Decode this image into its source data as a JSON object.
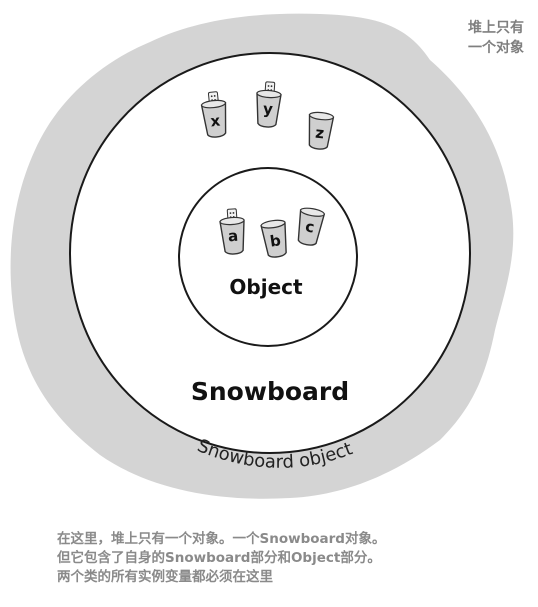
{
  "heap_note": [
    "堆上只有",
    "一个对象"
  ],
  "outer_label": "Snowboard",
  "inner_label": "Object",
  "object_label": "Snowboard object",
  "outer_vars": [
    "x",
    "y",
    "z"
  ],
  "inner_vars": [
    "a",
    "b",
    "c"
  ],
  "caption": [
    "在这里，堆上只有一个对象。一个Snowboard对象。",
    "但它包含了自身的Snowboard部分和Object部分。",
    "两个类的所有实例变量都必须在这里"
  ],
  "colors": {
    "heap": "#d4d4d4",
    "note": "#7f7f7f",
    "caption": "#8a8a8a",
    "circle_stroke": "#1a1a1a",
    "cup": "#cfcfcf"
  }
}
